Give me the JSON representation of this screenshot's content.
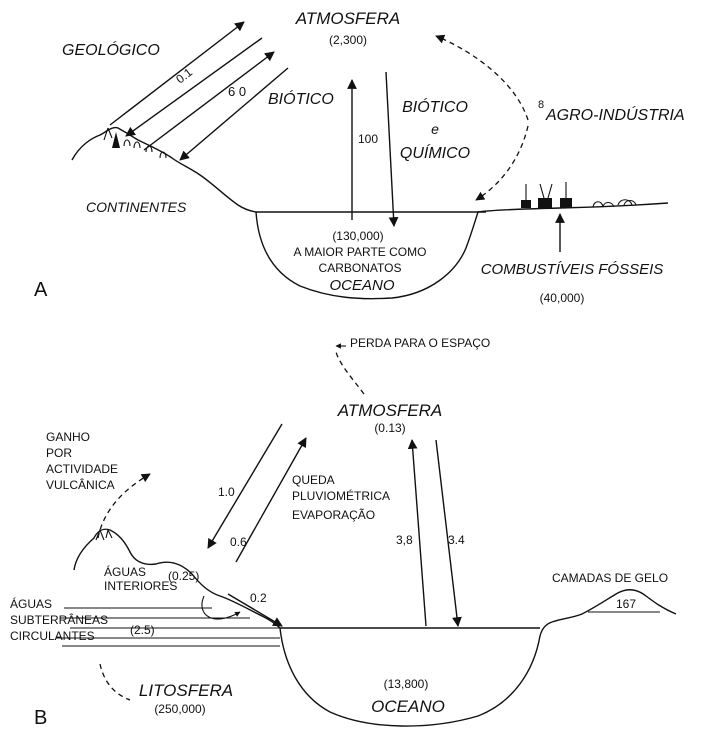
{
  "panel_a": {
    "label": "A",
    "atmosfera": "ATMOSFERA",
    "atmosfera_value": "(2,300)",
    "geologico": "GEOLÓGICO",
    "biotico": "BIÓTICO",
    "biotico_quimico_1": "BIÓTICO",
    "biotico_quimico_2": "e",
    "biotico_quimico_3": "QUÍMICO",
    "agro_number": "8",
    "agro": "AGRO-INDÚSTRIA",
    "continentes": "CONTINENTES",
    "oceano_value": "(130,000)",
    "oceano_note_1": "A MAIOR PARTE COMO",
    "oceano_note_2": "CARBONATOS",
    "oceano": "OCEANO",
    "combustiveis": "COMBUSTÍVEIS FÓSSEIS",
    "combustiveis_value": "(40,000)",
    "flux_geologico": "0.1",
    "flux_biotico": "6 0",
    "flux_oceano": "100"
  },
  "panel_b": {
    "label": "B",
    "perda": "PERDA PARA O ESPAÇO",
    "atmosfera": "ATMOSFERA",
    "atmosfera_value": "(0.13)",
    "ganho_1": "GANHO",
    "ganho_2": "POR",
    "ganho_3": "ACTIVIDADE",
    "ganho_4": "VULCÂNICA",
    "queda_1": "QUEDA",
    "queda_2": "PLUVIOMÉTRICA",
    "queda_3": "EVAPORAÇÃO",
    "flux_1": "1.0",
    "flux_2": "0.6",
    "flux_3": "3,8",
    "flux_4": "3.4",
    "flux_5": "0.2",
    "aguas_interiores_1": "ÁGUAS",
    "aguas_interiores_2": "INTERIORES",
    "aguas_interiores_value": "(0.25)",
    "subterraneas_1": "ÁGUAS",
    "subterraneas_2": "SUBTERRÂNEAS",
    "subterraneas_3": "CIRCULANTES",
    "subterraneas_value": "(2.5)",
    "camadas": "CAMADAS DE GELO",
    "gelo_value": "167",
    "litosfera": "LITOSFERA",
    "litosfera_value": "(250,000)",
    "oceano_value": "(13,800)",
    "oceano": "OCEANO"
  }
}
